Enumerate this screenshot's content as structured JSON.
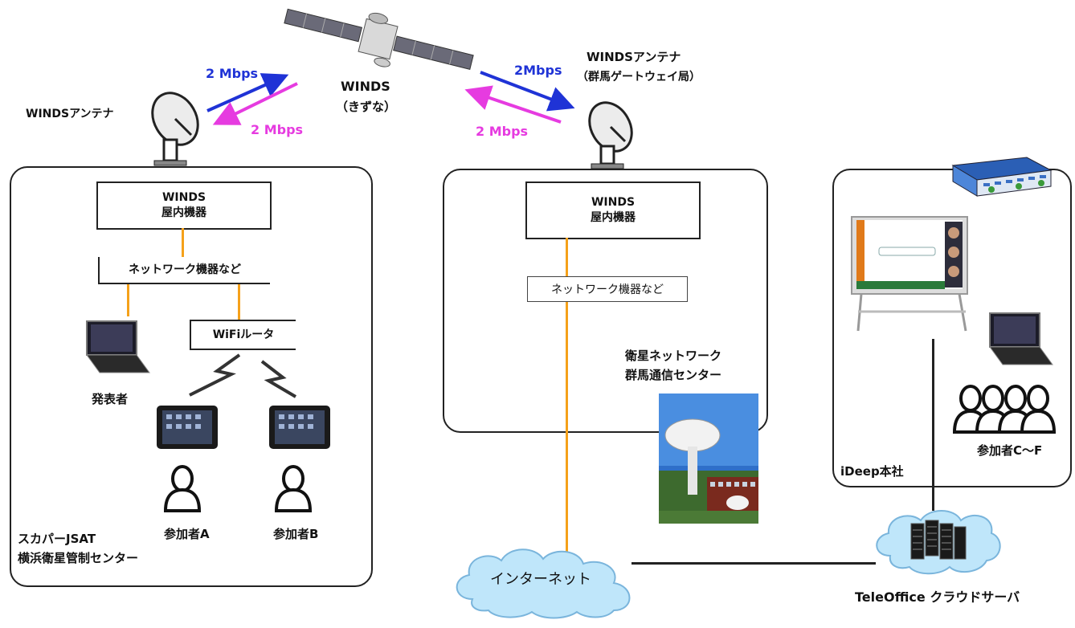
{
  "satellite": {
    "name": "WINDS",
    "nickname": "（きずな）"
  },
  "links": {
    "left_up": "2 Mbps",
    "left_down": "2 Mbps",
    "right_up": "2Mbps",
    "right_down": "2 Mbps"
  },
  "left_site": {
    "antenna_label": "WINDSアンテナ",
    "indoor_unit": [
      "WINDS",
      "屋内機器"
    ],
    "network_label": "ネットワーク機器など",
    "router_label": "WiFiルータ",
    "presenter_label": "発表者",
    "participant_a": "参加者A",
    "participant_b": "参加者B",
    "site_name": [
      "スカパーJSAT",
      "横浜衛星管制センター"
    ]
  },
  "center_site": {
    "antenna_label": [
      "WINDSアンテナ",
      "（群馬ゲートウェイ局）"
    ],
    "indoor_unit": [
      "WINDS",
      "屋内機器"
    ],
    "network_label": "ネットワーク機器など",
    "site_name": [
      "衛星ネットワーク",
      "群馬通信センター"
    ]
  },
  "right_site": {
    "site_name": "iDeep本社",
    "participants_label": "参加者C～F"
  },
  "internet_label": "インターネット",
  "cloud_server_label": "TeleOffice クラウドサーバ",
  "colors": {
    "uplink": "#1f33d6",
    "downlink": "#e63be0",
    "wire": "#f5a11a",
    "cloud": "#bfe6fa"
  }
}
